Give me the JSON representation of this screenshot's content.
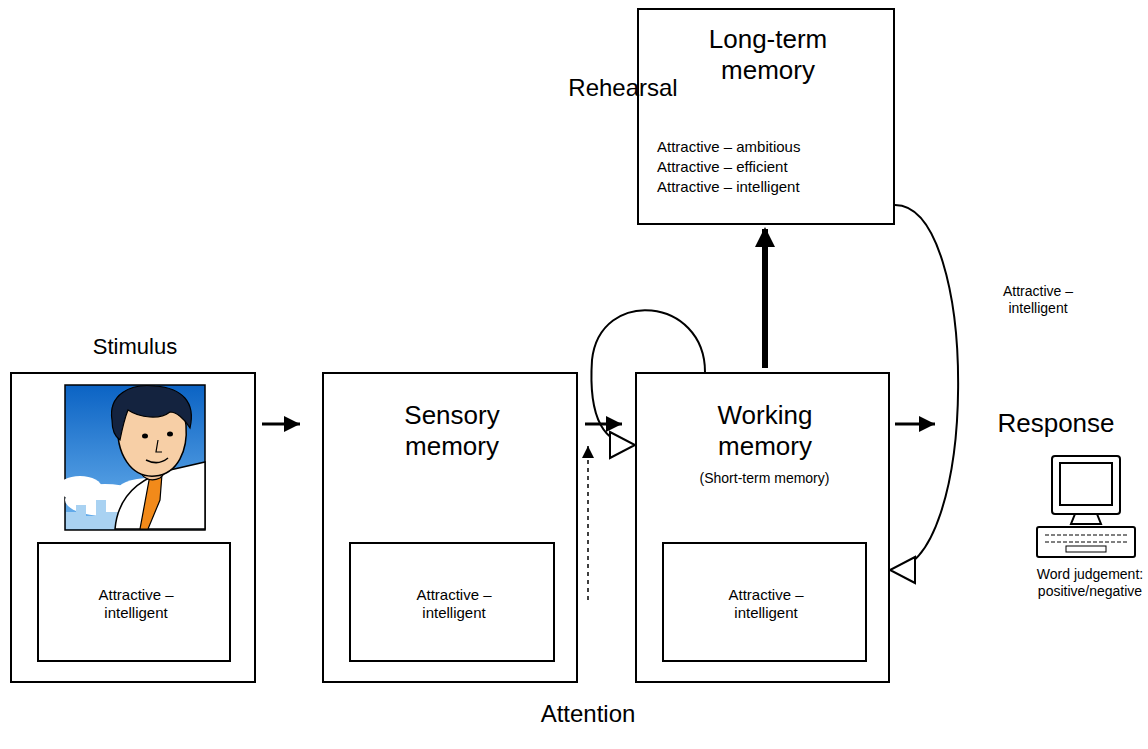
{
  "diagram": {
    "nodes": [
      {
        "text": [
          "Stimulus"
        ]
      },
      {
        "text": [
          "Attractive – intelligent"
        ],
        "in": 0
      },
      {
        "text": [
          "Sensory memory"
        ]
      },
      {
        "text": [
          "Attractive – intelligent"
        ],
        "in": 2
      },
      {
        "text": [
          "Working memory",
          "(Short-term memory)"
        ]
      },
      {
        "text": [
          "Attractive – intelligent"
        ],
        "in": 4
      },
      {
        "text": [
          "Long-term memory",
          "Attractive – ambitious",
          "Attractive – efficient",
          "Attractive – intelligent"
        ]
      },
      {
        "text": [
          "Response",
          "Word judgement: positive/negative"
        ]
      }
    ],
    "edges": [
      {
        "from": 0,
        "to": 2,
        "arrow": "to"
      },
      {
        "from": 2,
        "to": 4,
        "arrow": "to"
      },
      {
        "from": 4,
        "to": 7,
        "arrow": "to"
      },
      {
        "from": 4,
        "to": 6,
        "arrow": "to"
      },
      {
        "from": 4,
        "to": 4,
        "arrow": "to"
      },
      {
        "from": 6,
        "to": 4,
        "label": "Attractive – intelligent",
        "arrow": "to"
      }
    ],
    "labels": [
      "Rehearsal",
      "Attention"
    ]
  }
}
